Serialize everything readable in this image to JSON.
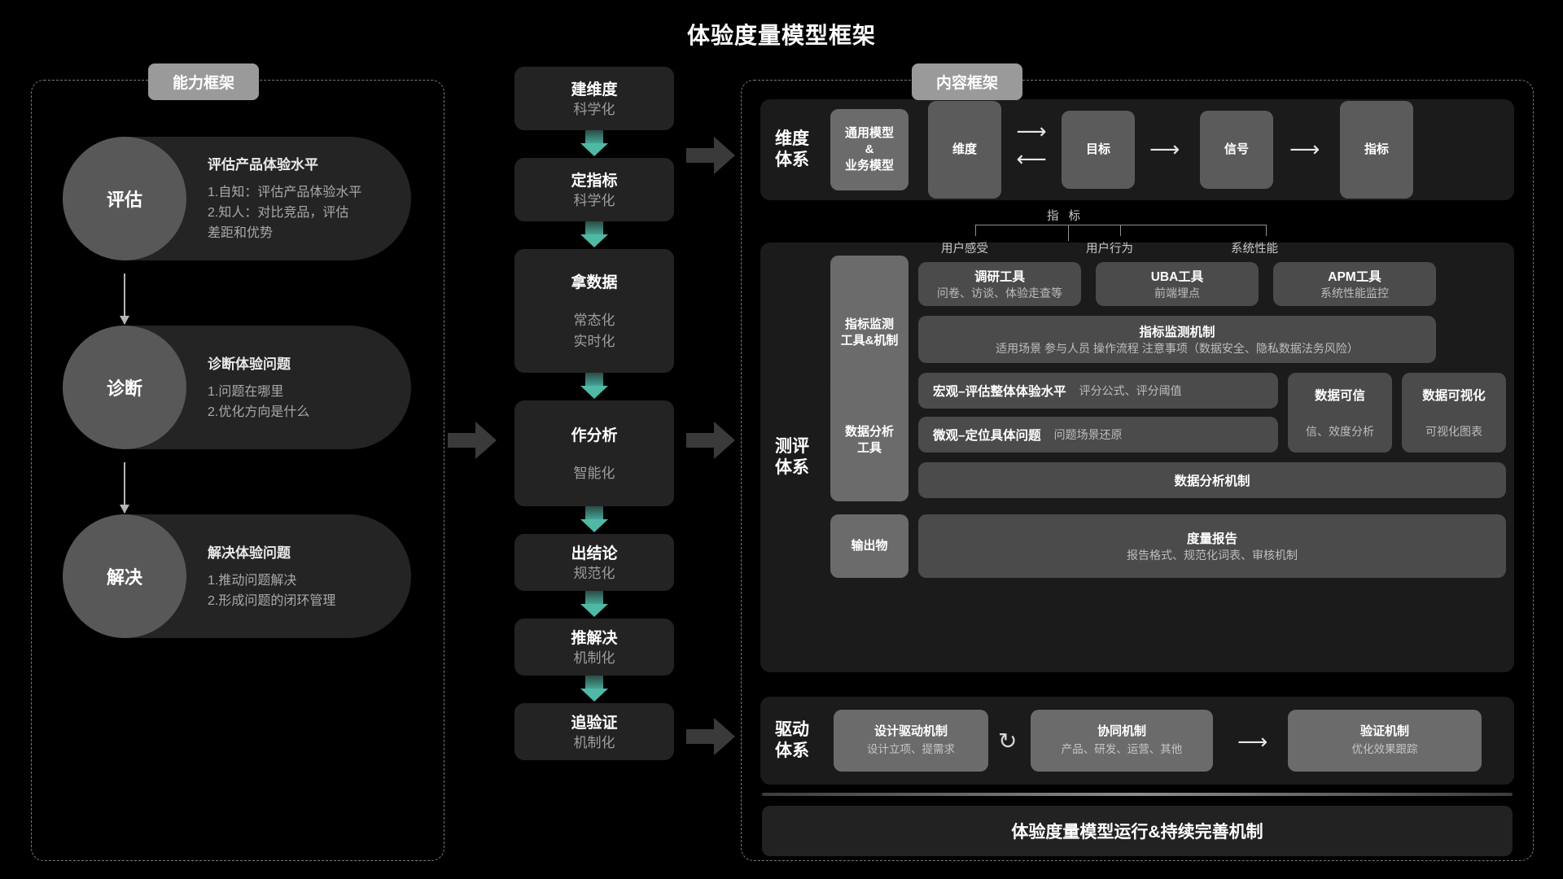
{
  "title": "体验度量模型框架",
  "capability_framework": {
    "badge": "能力框架",
    "steps": [
      {
        "circle": "评估",
        "heading": "评估产品体验水平",
        "lines": [
          "1.自知：评估产品体验水平",
          "2.知人：对比竞品，评估",
          "差距和优势"
        ]
      },
      {
        "circle": "诊断",
        "heading": "诊断体验问题",
        "lines": [
          "1.问题在哪里",
          "2.优化方向是什么"
        ]
      },
      {
        "circle": "解决",
        "heading": "解决体验问题",
        "lines": [
          "1.推动问题解决",
          "2.形成问题的闭环管理"
        ]
      }
    ]
  },
  "flow": {
    "steps": [
      {
        "title": "建维度",
        "sub": "科学化"
      },
      {
        "title": "定指标",
        "sub": "科学化"
      },
      {
        "title": "拿数据",
        "sub": "常态化\n实时化"
      },
      {
        "title": "作分析",
        "sub": "智能化"
      },
      {
        "title": "出结论",
        "sub": "规范化"
      },
      {
        "title": "推解决",
        "sub": "机制化"
      },
      {
        "title": "追验证",
        "sub": "机制化"
      }
    ]
  },
  "content_framework": {
    "badge": "内容框架",
    "dimension_system": {
      "label": "维度\n体系",
      "model_chip": {
        "title": "通用模型\n&\n业务模型"
      },
      "chain": [
        {
          "label": "维度"
        },
        {
          "label": "目标"
        },
        {
          "label": "信号"
        },
        {
          "label": "指标"
        }
      ],
      "arrows": [
        "⟶ / ⟵",
        "⟶",
        "⟶"
      ]
    },
    "evaluation_system": {
      "label": "测评\n体系",
      "monitor_group": {
        "side_chip": "指标监测\n工具&机制",
        "tree_root": "指 标",
        "tree_branches": [
          "用户感受",
          "用户行为",
          "系统性能"
        ],
        "tools": [
          {
            "title": "调研工具",
            "sub": "问卷、访谈、体验走查等"
          },
          {
            "title": "UBA工具",
            "sub": "前端埋点"
          },
          {
            "title": "APM工具",
            "sub": "系统性能监控"
          }
        ],
        "mechanism": {
          "title": "指标监测机制",
          "sub": "适用场景 参与人员 操作流程 注意事项（数据安全、隐私数据法务风险）"
        }
      },
      "analysis_group": {
        "side_chip": "数据分析\n工具",
        "rows": [
          {
            "title": "宏观–评估整体体验水平",
            "sub": "评分公式、评分阈值"
          },
          {
            "title": "微观–定位具体问题",
            "sub": "问题场景还原"
          }
        ],
        "side_cards": [
          {
            "title": "数据可信",
            "sub": "信、效度分析"
          },
          {
            "title": "数据可视化",
            "sub": "可视化图表"
          }
        ],
        "mechanism": {
          "title": "数据分析机制"
        }
      },
      "output_group": {
        "side_chip": "输出物",
        "report": {
          "title": "度量报告",
          "sub": "报告格式、规范化词表、审核机制"
        }
      }
    },
    "drive_system": {
      "label": "驱动\n体系",
      "items": [
        {
          "title": "设计驱动机制",
          "sub": "设计立项、提需求"
        },
        {
          "title": "协同机制",
          "sub": "产品、研发、运营、其他"
        },
        {
          "title": "验证机制",
          "sub": "优化效果跟踪"
        }
      ],
      "recycle_icon": "recycle-icon",
      "arrow_icon": "arrow-right-icon"
    },
    "footer": {
      "text": "体验度量模型运行&持续完善机制"
    }
  },
  "colors": {
    "background": "#000000",
    "badge": "#9a9a9a",
    "panel": "#1b1b1b",
    "chip": "#6b6b6b",
    "accent_arrow": "#4fb9a6"
  }
}
